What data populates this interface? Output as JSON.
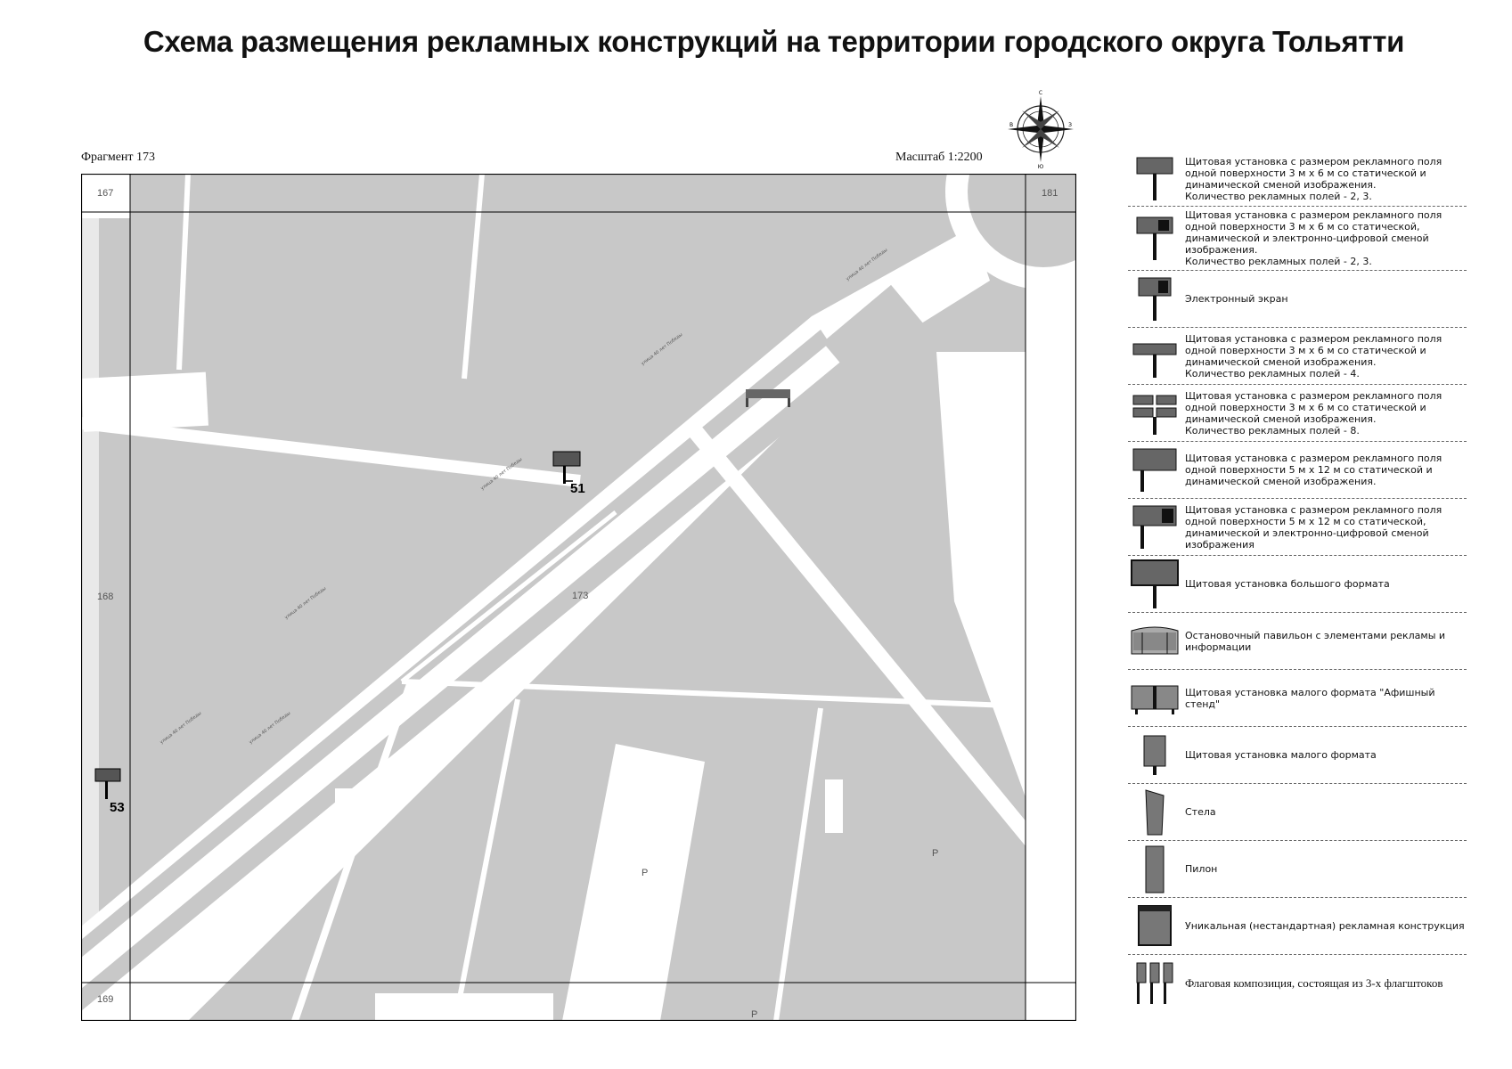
{
  "title": "Схема размещения рекламных конструкций на территории городского округа Тольятти",
  "fragment": "Фрагмент 173",
  "scale": "Масштаб 1:2200",
  "compass": {
    "n": "С",
    "s": "Ю",
    "w": "В",
    "e": "З"
  },
  "map": {
    "cells": {
      "top_left": "167",
      "top_right": "181",
      "left": "168",
      "bottom_left": "169",
      "center": "173"
    },
    "markers": [
      {
        "number": "51"
      },
      {
        "number": "53"
      }
    ],
    "parking_label": "P",
    "road_names": [
      "улица 40 лет Победы",
      "улица 40 лет Победы",
      "улица 40 лет Победы",
      "улица 40 лет Победы",
      "улица 40 лет Победы",
      "улица 40 лет Победы"
    ]
  },
  "legend": [
    {
      "icon": "billboard-3x6-icon",
      "text": "Щитовая установка с размером рекламного поля одной поверхности 3 м х 6 м со статической и динамической сменой изображения.\nКоличество рекламных полей - 2, 3."
    },
    {
      "icon": "billboard-3x6-digital-icon",
      "text": "Щитовая установка с размером рекламного поля одной поверхности 3 м х 6 м со статической, динамической и электронно-цифровой сменой изображения.\nКоличество рекламных полей - 2, 3."
    },
    {
      "icon": "electronic-screen-icon",
      "text": "Электронный экран"
    },
    {
      "icon": "billboard-4-fields-icon",
      "text": "Щитовая установка с размером рекламного поля одной поверхности 3 м х 6 м со статической и динамической сменой изображения.\nКоличество рекламных полей - 4."
    },
    {
      "icon": "billboard-8-fields-icon",
      "text": "Щитовая установка с размером рекламного поля одной поверхности 3 м х 6 м со статической и динамической сменой изображения.\nКоличество рекламных полей - 8."
    },
    {
      "icon": "billboard-5x12-icon",
      "text": "Щитовая установка с размером рекламного поля одной поверхности 5 м х 12 м со статической и динамической сменой изображения."
    },
    {
      "icon": "billboard-5x12-digital-icon",
      "text": "Щитовая установка с размером рекламного поля одной поверхности 5 м х 12 м со статической, динамической и электронно-цифровой сменой изображения"
    },
    {
      "icon": "large-billboard-icon",
      "text": "Щитовая установка большого формата"
    },
    {
      "icon": "bus-stop-pavilion-icon",
      "text": "Остановочный павильон с элементами рекламы и информации"
    },
    {
      "icon": "poster-stand-icon",
      "text": "Щитовая установка малого формата \"Афишный стенд\""
    },
    {
      "icon": "small-billboard-icon",
      "text": "Щитовая установка малого формата"
    },
    {
      "icon": "stele-icon",
      "text": "Стела"
    },
    {
      "icon": "pylon-icon",
      "text": "Пилон"
    },
    {
      "icon": "unique-structure-icon",
      "text": "Уникальная (нестандартная) рекламная конструкция"
    },
    {
      "icon": "flag-composition-icon",
      "text": "Флаговая композиция, состоящая из 3-х флагштоков",
      "serif": true
    }
  ]
}
